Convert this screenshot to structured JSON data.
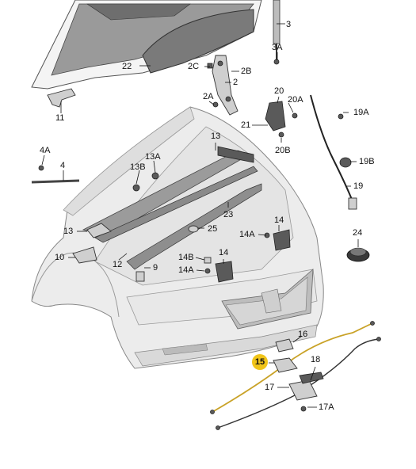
{
  "callouts": [
    {
      "id": "c3",
      "text": "3"
    },
    {
      "id": "c3A",
      "text": "3A"
    },
    {
      "id": "c22",
      "text": "22"
    },
    {
      "id": "c2C",
      "text": "2C"
    },
    {
      "id": "c2B",
      "text": "2B"
    },
    {
      "id": "c2",
      "text": "2"
    },
    {
      "id": "c2A",
      "text": "2A"
    },
    {
      "id": "c11",
      "text": "11"
    },
    {
      "id": "c20",
      "text": "20"
    },
    {
      "id": "c20A",
      "text": "20A"
    },
    {
      "id": "c19A",
      "text": "19A"
    },
    {
      "id": "c21",
      "text": "21"
    },
    {
      "id": "c20B",
      "text": "20B"
    },
    {
      "id": "c19B",
      "text": "19B"
    },
    {
      "id": "c19",
      "text": "19"
    },
    {
      "id": "c13",
      "text": "13"
    },
    {
      "id": "c13A",
      "text": "13A"
    },
    {
      "id": "c13B",
      "text": "13B"
    },
    {
      "id": "c4A",
      "text": "4A"
    },
    {
      "id": "c4",
      "text": "4"
    },
    {
      "id": "c23",
      "text": "23"
    },
    {
      "id": "c14",
      "text": "14"
    },
    {
      "id": "c13b",
      "text": "13"
    },
    {
      "id": "c25",
      "text": "25"
    },
    {
      "id": "c14A",
      "text": "14A"
    },
    {
      "id": "c24",
      "text": "24"
    },
    {
      "id": "c10",
      "text": "10"
    },
    {
      "id": "c12",
      "text": "12"
    },
    {
      "id": "c9",
      "text": "9"
    },
    {
      "id": "c14B",
      "text": "14B"
    },
    {
      "id": "c14b",
      "text": "14"
    },
    {
      "id": "c14Ab",
      "text": "14A"
    },
    {
      "id": "c16",
      "text": "16"
    },
    {
      "id": "c18",
      "text": "18"
    },
    {
      "id": "c17",
      "text": "17"
    },
    {
      "id": "c17A",
      "text": "17A"
    }
  ],
  "highlighted_callout": {
    "text": "15",
    "color": "#f0c419"
  },
  "colors": {
    "body": "#ececec",
    "panel": "#7a7a7a",
    "parts": "#cfcfcf",
    "cable": "#c9a227"
  }
}
